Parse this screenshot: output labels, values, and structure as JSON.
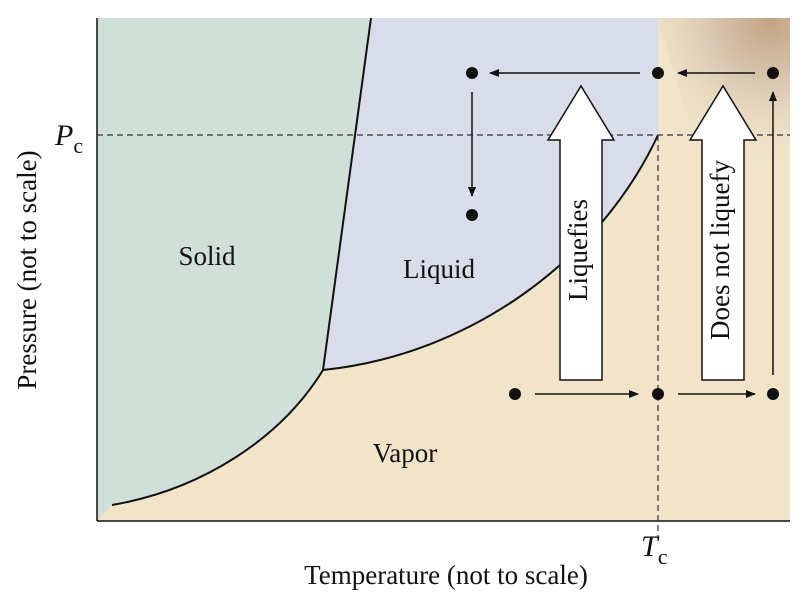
{
  "diagram": {
    "regions": {
      "solid": "Solid",
      "liquid": "Liquid",
      "vapor": "Vapor"
    },
    "axes": {
      "x_title": "Temperature (not to scale)",
      "y_title": "Pressure (not to scale)",
      "critical_pressure_symbol": "P",
      "critical_pressure_subscript": "c",
      "critical_temperature_symbol": "T",
      "critical_temperature_subscript": "c"
    },
    "big_arrows": {
      "left": "Liquefies",
      "right": "Does not liquefy"
    },
    "colors": {
      "solid": "#d0e0d8",
      "liquid": "#d9dce9",
      "vapor": "#f1e4c9",
      "supercritical": "#c9ab8c",
      "line": "#111111"
    }
  }
}
